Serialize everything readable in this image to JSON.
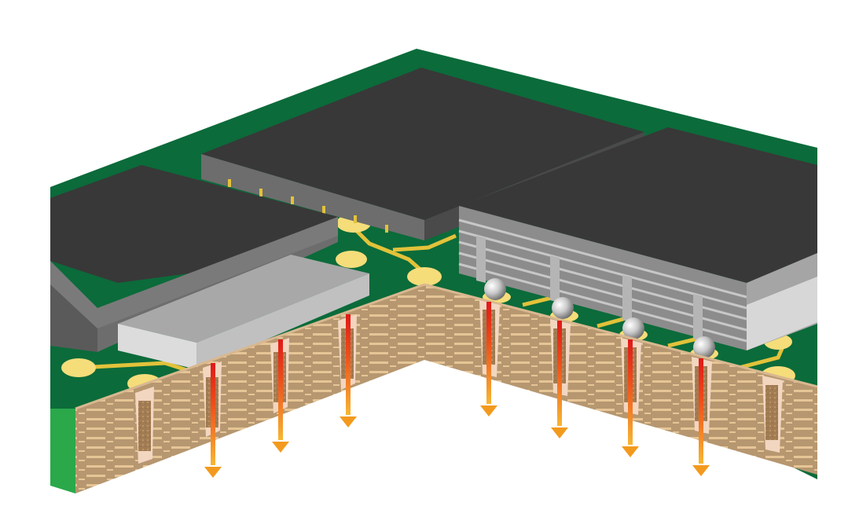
{
  "diagram": {
    "subject": "pcb-thermal-via-cutaway",
    "colors": {
      "board_green": "#0b6b3a",
      "board_green_dark": "#17803f",
      "board_edge_green": "#2aa84a",
      "laminate": "#b89a72",
      "laminate_dark": "#a78963",
      "copper_layer": "#e8c89a",
      "pad_gold": "#f5dd7a",
      "trace_gold": "#e2c23a",
      "chip_top": "#383838",
      "chip_side_light": "#7a7a7a",
      "chip_side_dark": "#4a4a4a",
      "small_chip_top": "#a8a8a8",
      "small_chip_front": "#d9d9d9",
      "solder_ball": "#c9c9c9",
      "via_fill": "#a8825a",
      "heat_red": "#e01818",
      "heat_orange": "#f39a1e",
      "heat_yellow": "#f7b733"
    },
    "components": [
      {
        "name": "qfn-chip-left",
        "kind": "leaded-package"
      },
      {
        "name": "large-chip-center",
        "kind": "flat-package"
      },
      {
        "name": "bga-chip-right",
        "kind": "ball-grid-array"
      },
      {
        "name": "small-chip-front",
        "kind": "flat-package"
      }
    ],
    "heat_paths": {
      "left_face_count": 3,
      "right_face_count": 4,
      "direction": "down"
    }
  }
}
